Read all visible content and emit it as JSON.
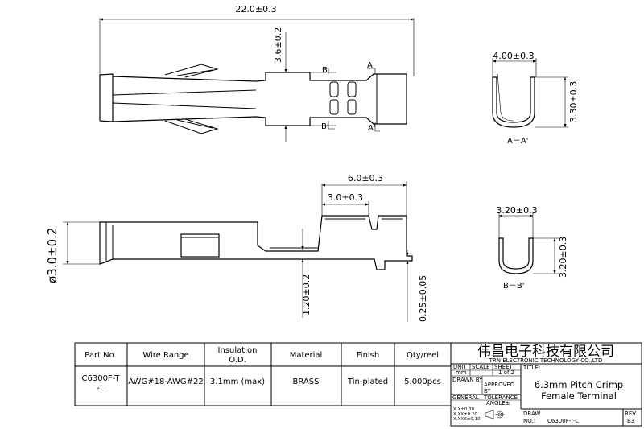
{
  "top_view": {
    "overall_length": "22.0±0.3",
    "width": "3.6±0.2",
    "section_a": "A",
    "section_a_prime": "A'",
    "section_b": "B",
    "section_b_prime": "B'"
  },
  "section_aa": {
    "width": "4.00±0.3",
    "height": "3.30±0.3",
    "label": "A－A'"
  },
  "side_view": {
    "crimp_length": "6.0±0.3",
    "barrel_length": "3.0±0.3",
    "diameter": "ø3.0±0.2",
    "gap": "1.20±0.2",
    "thickness": "0.25±0.05"
  },
  "section_bb": {
    "width": "3.20±0.3",
    "height": "3.20±0.3",
    "label": "B－B'"
  },
  "spec_table": {
    "headers": [
      "Part No.",
      "Wire Range",
      "Insulation",
      "O.D.",
      "Material",
      "Finish",
      "Qty/reel"
    ],
    "part_no_line1": "C6300F-T",
    "part_no_line2": "-L",
    "wire_range": "AWG#18-AWG#22",
    "insulation_od": "3.1mm (max)",
    "material": "BRASS",
    "finish": "Tin-plated",
    "qty": "5.000pcs"
  },
  "title_block": {
    "company_cn": "伟昌电子科技有限公司",
    "company_en": "TRN ELECTRONIC TECHNOLOGY CO.,LTD",
    "unit_label": "UNIT",
    "unit_value": "mm",
    "scale_label": "SCALE",
    "sheet_label": "SHEET",
    "sheet_value": "1 of 2",
    "title_label": "TITLE:",
    "drawn_by": "DRAWN BY",
    "approved_line1": "APPROVED",
    "approved_line2": "BY",
    "title_line1": "6.3mm Pitch Crimp",
    "title_line2": "Female Terminal",
    "general": "GENERAL",
    "tolerance": "TOLERANCE",
    "angle": "ANGLE±",
    "tol1": "X.X±0.30",
    "tol2": "X.XX±0.20",
    "tol3": "X.XXX±0.10",
    "draw_label": "DRAW",
    "no_label": "NO.:",
    "drawing_no": "C6300F-T-L",
    "rev_label": "REV.",
    "rev_value": "B3"
  }
}
